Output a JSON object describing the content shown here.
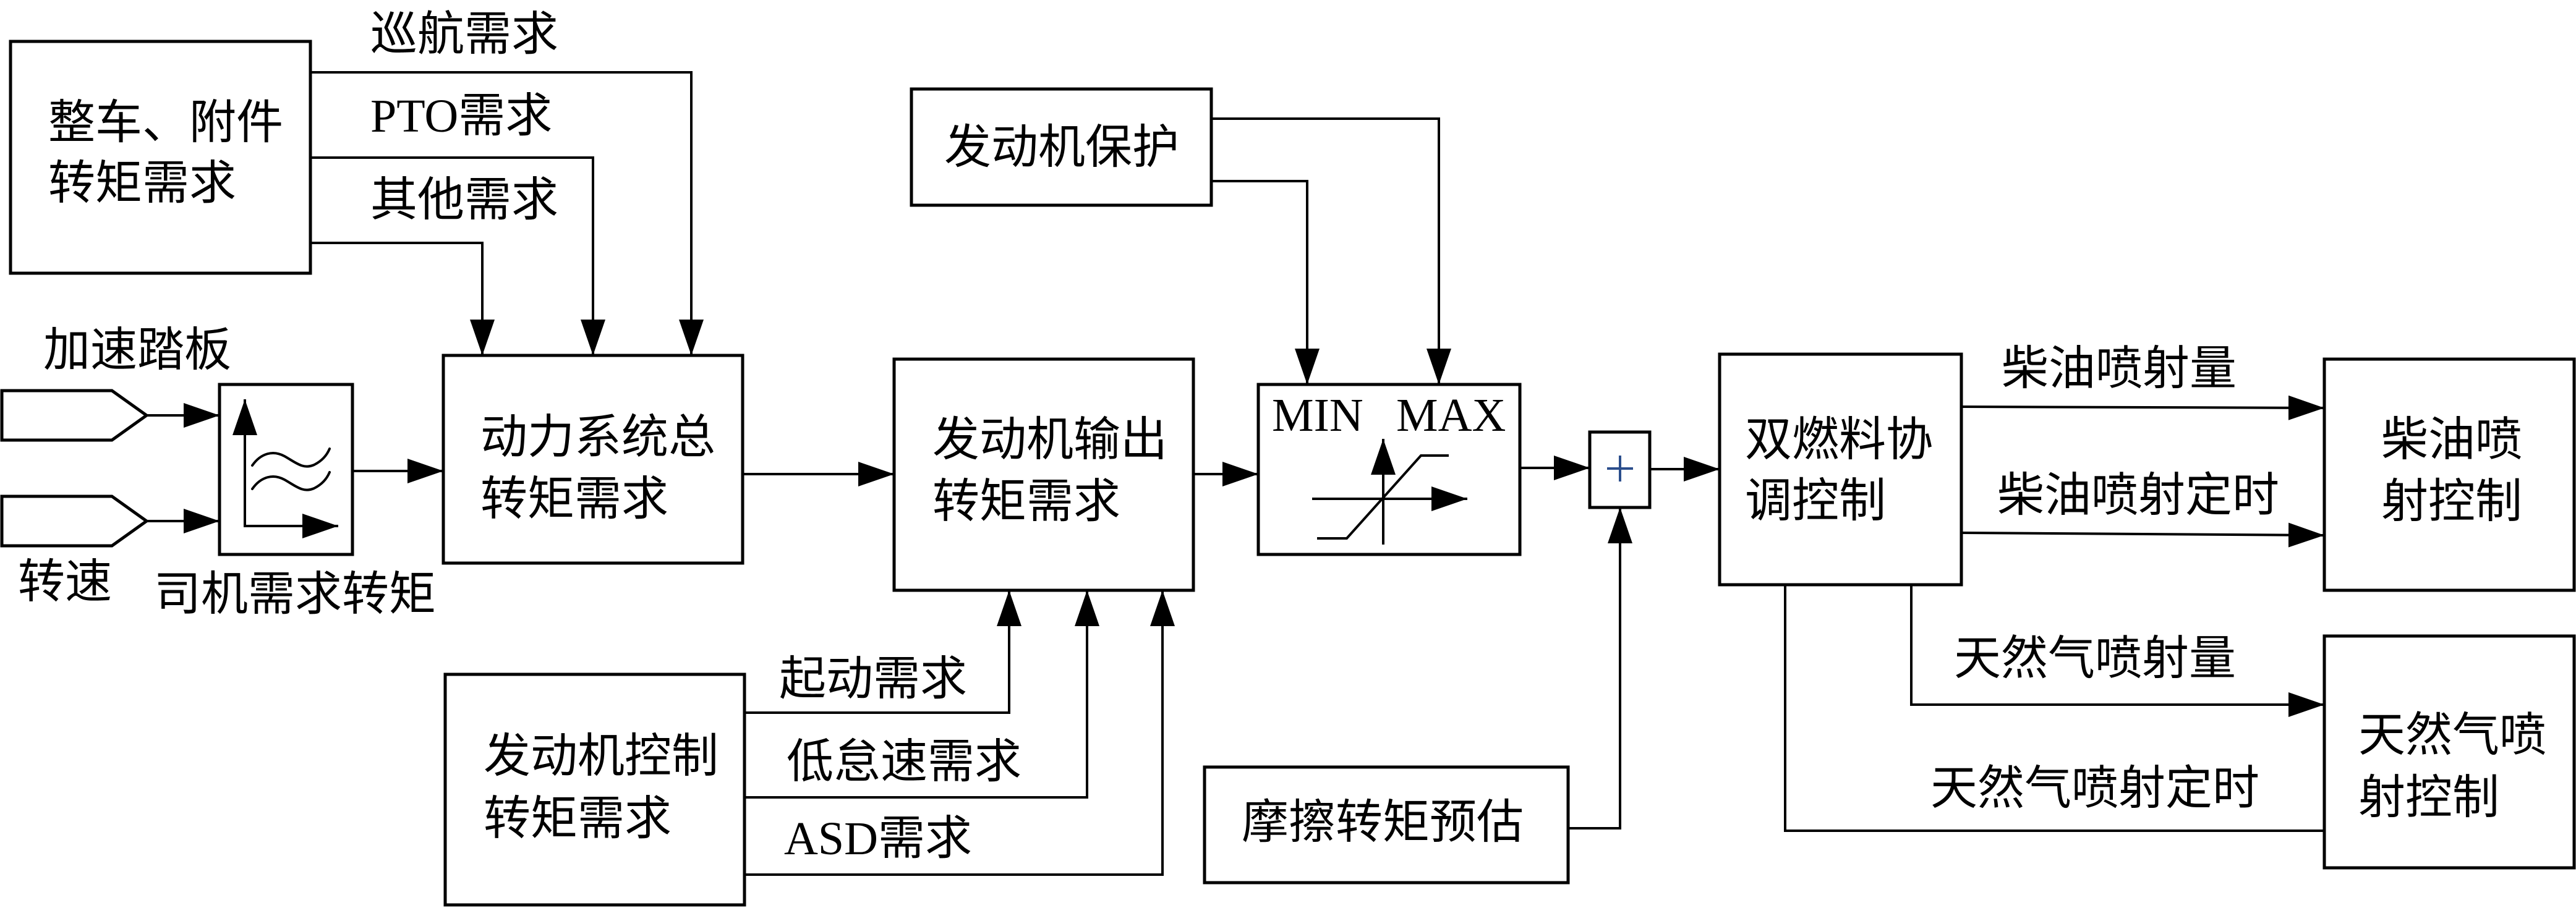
{
  "figure": {
    "inputs": [
      {
        "id": "accelerator-pedal",
        "label": "加速踏板"
      },
      {
        "id": "engine-speed",
        "label": "转速"
      }
    ],
    "blocks": {
      "vehicle_accessory_torque": {
        "line1": "整车、附件",
        "line2": "转矩需求"
      },
      "driver_demand_lookup": {
        "label": "司机需求转矩",
        "icon": "lookup-table-icon"
      },
      "powertrain_total_torque": {
        "line1": "动力系统总",
        "line2": "转矩需求"
      },
      "engine_protection": {
        "label": "发动机保护"
      },
      "engine_output_torque": {
        "line1": "发动机输出",
        "line2": "转矩需求"
      },
      "min_max_limiter": {
        "min_label": "MIN",
        "max_label": "MAX",
        "icon": "saturation-icon"
      },
      "sum": {
        "symbol": "+",
        "icon": "plus-icon"
      },
      "engine_control_torque": {
        "line1": "发动机控制",
        "line2": "转矩需求"
      },
      "friction_torque_estimate": {
        "label": "摩擦转矩预估"
      },
      "dual_fuel_control": {
        "line1": "双燃料协",
        "line2": "调控制"
      },
      "diesel_injection_control": {
        "line1": "柴油喷",
        "line2": "射控制"
      },
      "gas_injection_control": {
        "line1": "天然气喷",
        "line2": "射控制"
      }
    },
    "signals": {
      "cruise_demand": "巡航需求",
      "pto_demand": "PTO需求",
      "other_demand": "其他需求",
      "start_demand": "起动需求",
      "low_idle_demand": "低怠速需求",
      "asd_demand": "ASD需求",
      "diesel_injection_quantity": "柴油喷射量",
      "diesel_injection_timing": "柴油喷射定时",
      "gas_injection_quantity": "天然气喷射量",
      "gas_injection_timing": "天然气喷射定时"
    },
    "colors": {
      "background": "#FFFFFF",
      "line": "#000000",
      "text": "#000000",
      "sum_symbol": "#2B4E8C"
    }
  }
}
